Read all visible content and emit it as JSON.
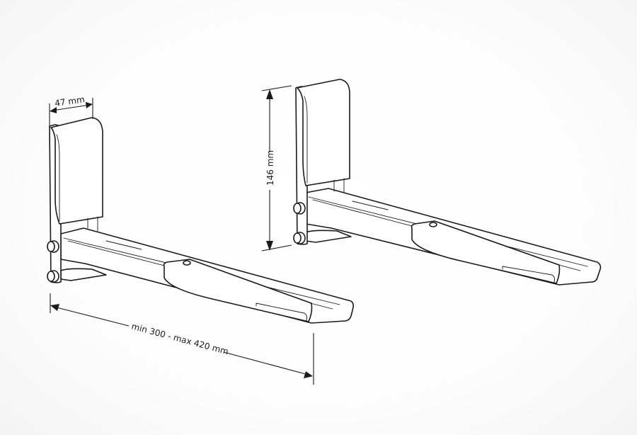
{
  "diagram": {
    "subject": "Wall mount bracket pair",
    "colors": {
      "line": "#1a1a1a",
      "fill": "#ffffff",
      "background_center": "#ffffff",
      "background_edge": "#f2f2f2"
    },
    "dimensions": {
      "width_label": "47 mm",
      "height_label": "146 mm",
      "length_label": "min 300 - max 420 mm"
    },
    "brackets": [
      {
        "id": "left-bracket",
        "position": "front-left"
      },
      {
        "id": "right-bracket",
        "position": "back-right"
      }
    ]
  }
}
